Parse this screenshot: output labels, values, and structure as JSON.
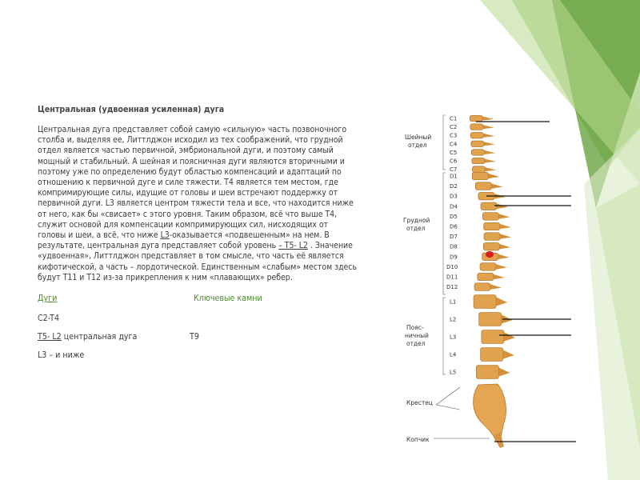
{
  "slide": {
    "heading": "Центральная (удвоенная усиленная) дуга",
    "paragraph": {
      "part1": "Центральная дуга представляет собой самую «сильную» часть позвоночного столба и, выделяя ее, Литтлджон исходил из тех соображений, что грудной отдел является частью первичной, эмбриональной  дуги, и поэтому самый мощный и стабильный. А шейная и поясничная дуги являются вторичными и поэтому уже по определению будут областью компенсаций и адаптаций по отношению к первичной дуге и силе тяжести. T4 является тем местом, где компримирующие силы, идущие от головы и шеи встречают поддержку от первичной дуги. L3 является центром тяжести тела и все, что находится ниже от него, как бы «свисает» с этого уровня. Таким образом, всё что выше Т4, служит основой для компенсации компримирующих сил, нисходящих от головы и шеи, а всё, что ниже  ",
      "l3_link": "L3",
      "part2": "-оказывается «подвешенным» на нем. В результате, центральная дуга представляет собой уровень ",
      "level_link": "– T5-  L2",
      "part3": " . Значение «удвоенная», Литтлджон представляет в том смысле, что часть её является кифотической, а часть – лордотической. Единственным «слабым» местом здесь будут T11 и T12 из-за прикрепления к ним «плавающих» ребер."
    },
    "arcs_header": "Дуги ",
    "keystones_header": "Ключевые камни",
    "rows": [
      {
        "arc": "C2-T4",
        "keystone": ""
      },
      {
        "arc_link": "T5- L2",
        "arc_rest": " центральная дуга",
        "keystone": "T9"
      },
      {
        "arc": "L3 – и ниже",
        "keystone": ""
      }
    ]
  },
  "spine": {
    "groups": {
      "cervical_1": "Шейный",
      "cervical_2": "отдел",
      "thoracic_1": "Грудной",
      "thoracic_2": "отдел",
      "lumbar_1": "Пояс-",
      "lumbar_2": "ничный",
      "lumbar_3": "отдел",
      "sacrum": "Крестец",
      "coccyx": "Копчик"
    },
    "labels": [
      "C1",
      "C2",
      "C3",
      "C4",
      "C5",
      "C6",
      "C7",
      "D1",
      "D2",
      "D3",
      "D4",
      "D5",
      "D6",
      "D7",
      "D8",
      "D9",
      "D10",
      "D11",
      "D12",
      "L1",
      "L2",
      "L3",
      "L4",
      "L5"
    ]
  },
  "colors": {
    "accent_green": "#4e8a2e",
    "bone": "#e0a24c",
    "marker": "#d81f1f"
  }
}
